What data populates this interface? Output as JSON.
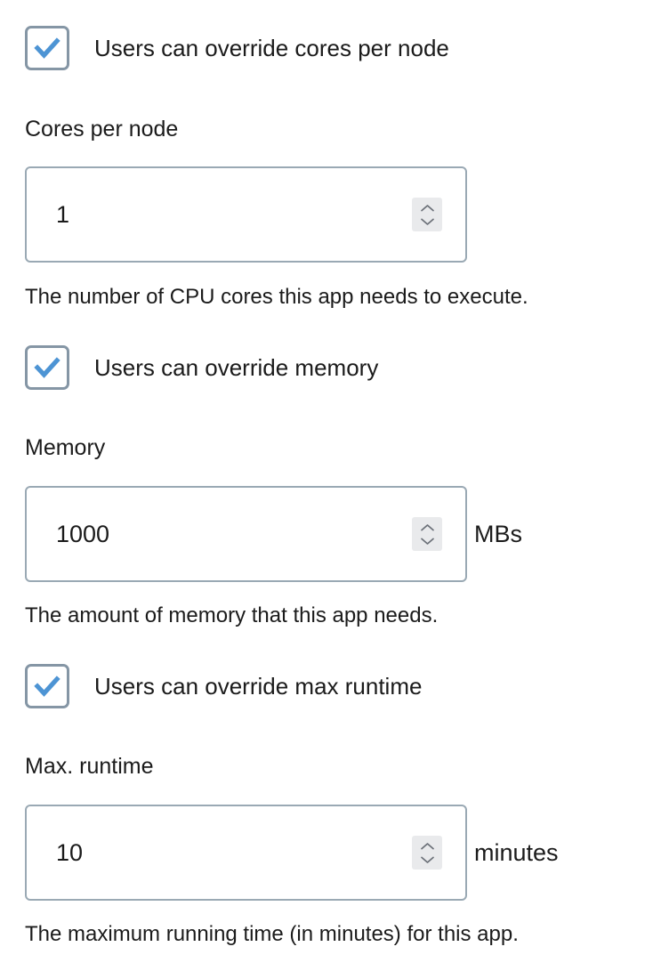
{
  "theme": {
    "page_background": "#ffffff",
    "text_color": "#1b1b1b",
    "checkbox_border": "#8596a5",
    "checkbox_check": "#4d94d4",
    "input_border": "#9aa9b4",
    "spinner_background": "#e9eaec",
    "spinner_arrow": "#6b7078"
  },
  "form": {
    "sections": [
      {
        "checkbox": {
          "label": "Users can override cores per node",
          "checked": true
        },
        "field_label": "Cores per node",
        "input": {
          "value": "1",
          "placeholder": "",
          "unit": ""
        },
        "help_text": "The number of CPU cores this app needs to execute."
      },
      {
        "checkbox": {
          "label": "Users can override memory",
          "checked": true
        },
        "field_label": "Memory",
        "input": {
          "value": "1000",
          "placeholder": "",
          "unit": "MBs"
        },
        "help_text": "The amount of memory that this app needs."
      },
      {
        "checkbox": {
          "label": "Users can override max runtime",
          "checked": true
        },
        "field_label": "Max. runtime",
        "input": {
          "value": "10",
          "placeholder": "",
          "unit": "minutes"
        },
        "help_text": "The maximum running time (in minutes) for this app."
      }
    ]
  },
  "icons": {
    "checkmark": "checkmark-icon",
    "spinner_up": "chevron-up-icon",
    "spinner_down": "chevron-down-icon"
  }
}
